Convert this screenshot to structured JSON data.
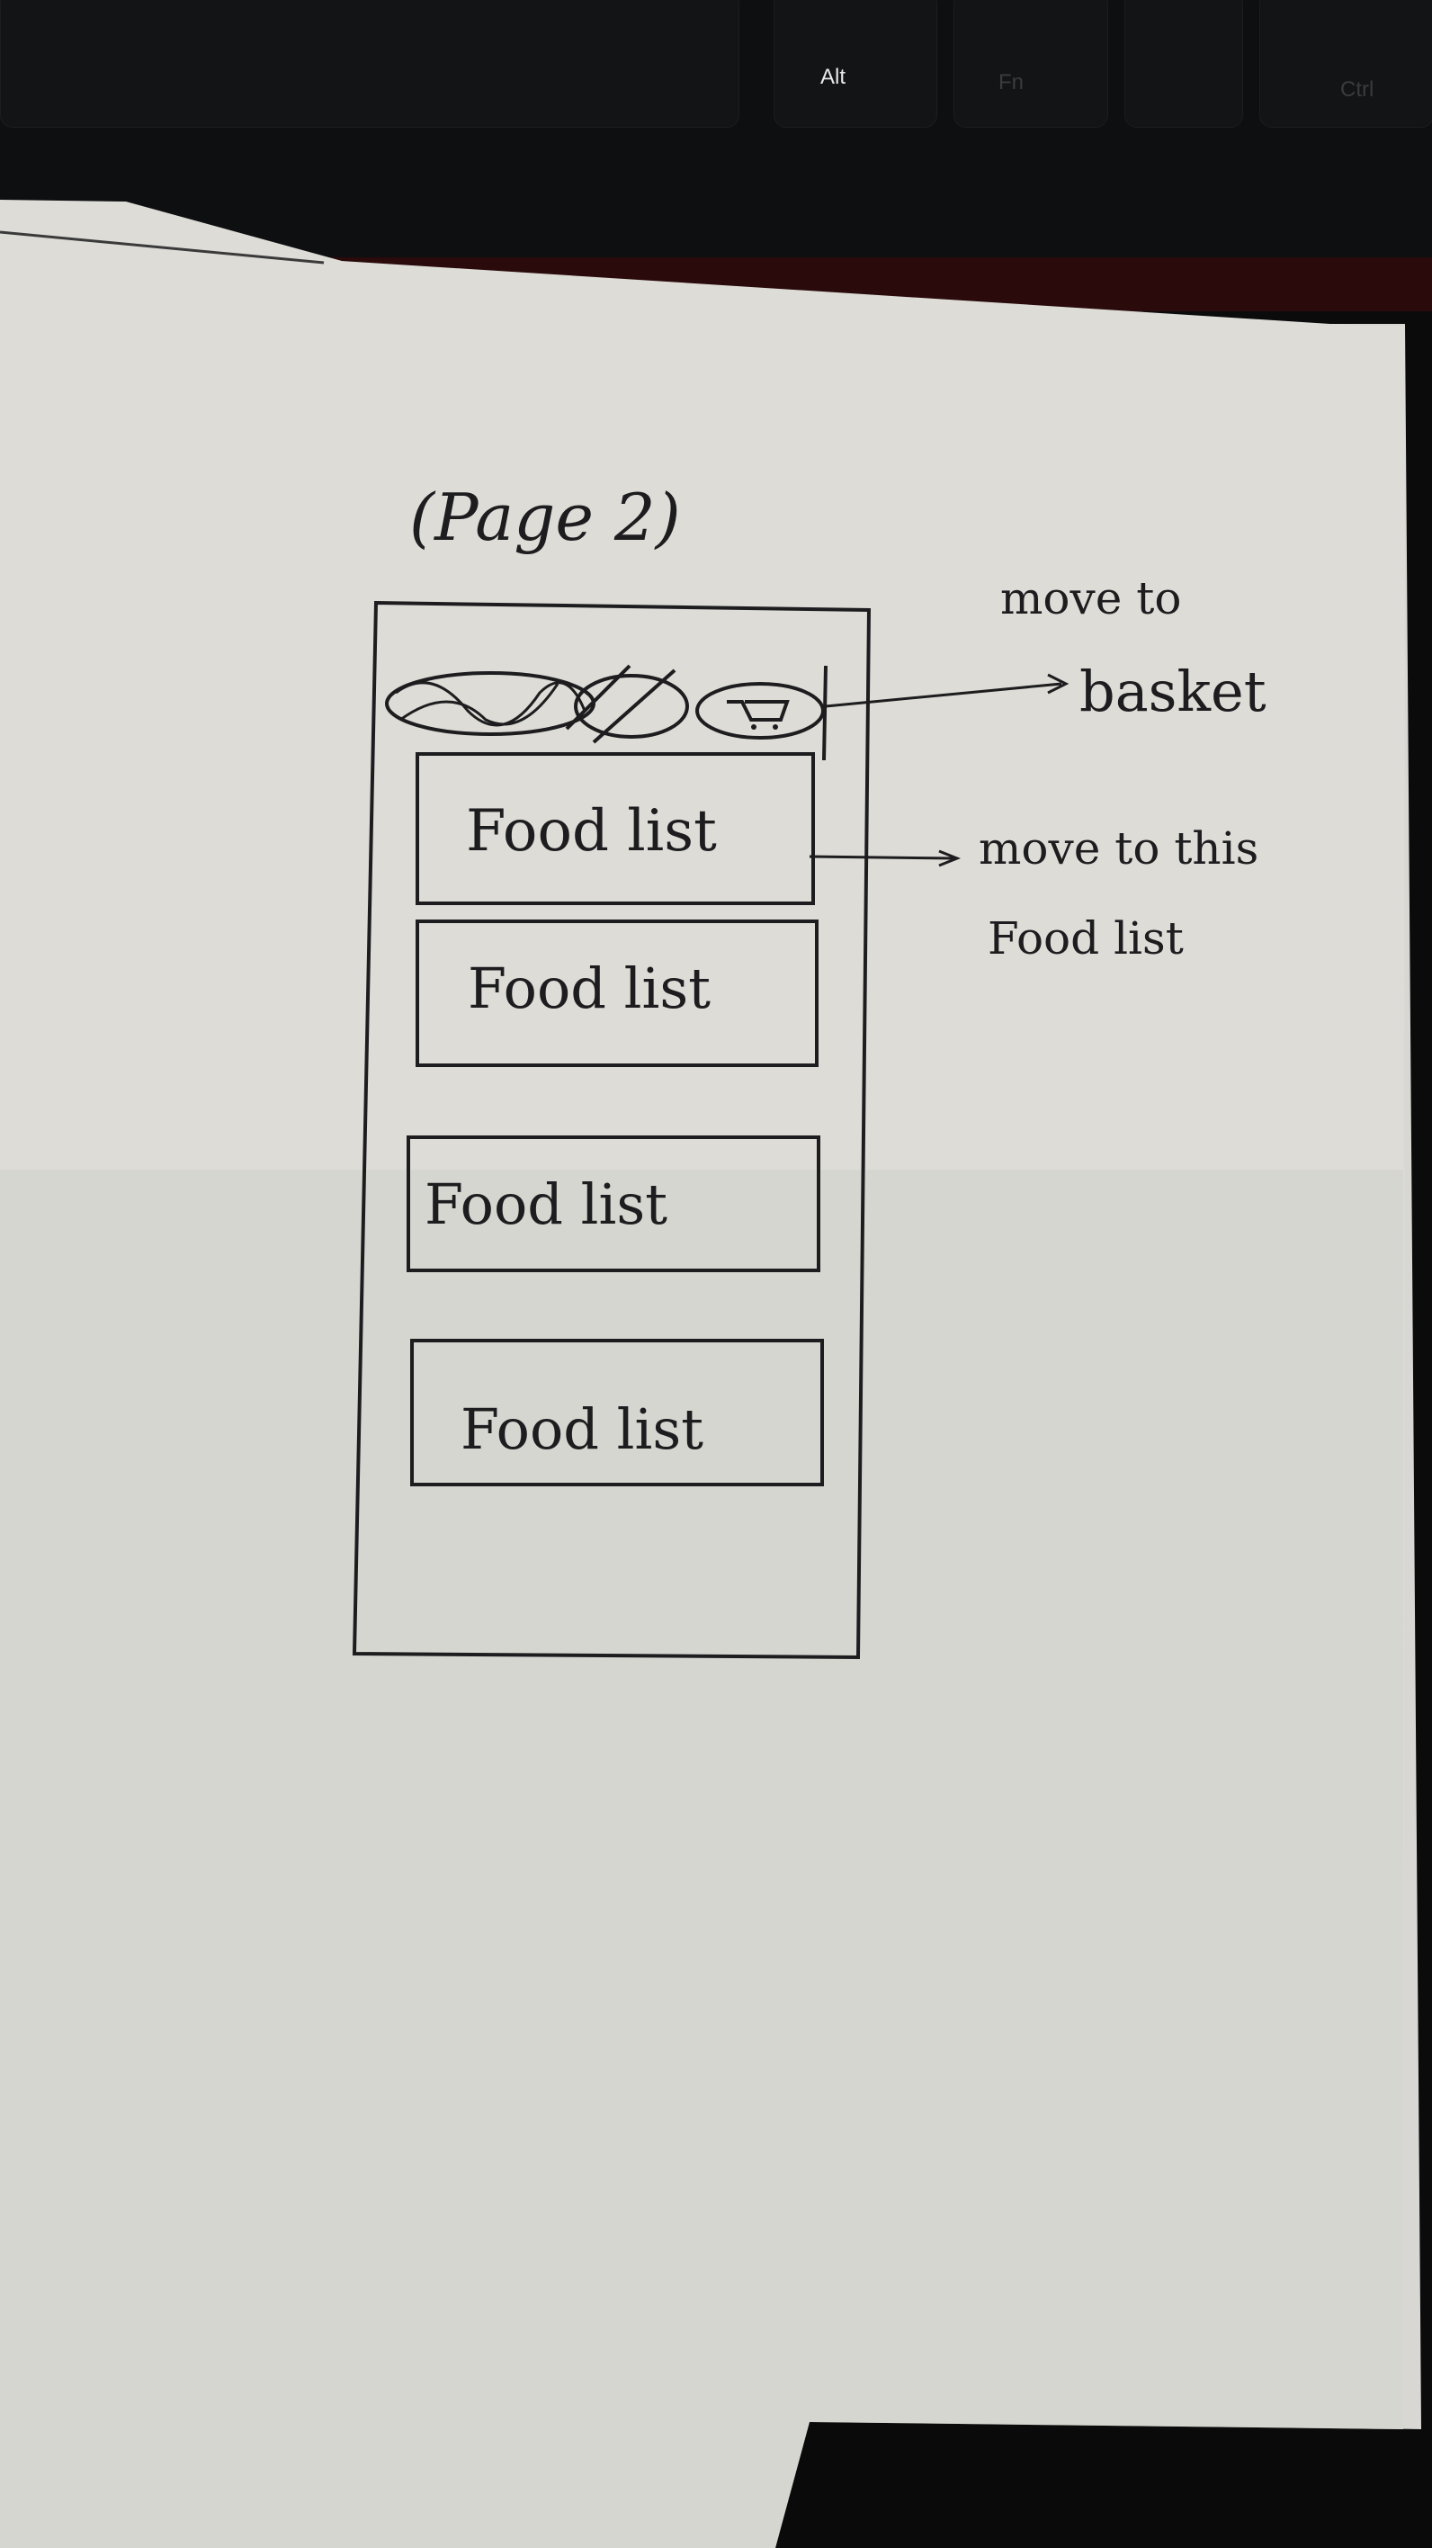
{
  "keyboard": {
    "alt_label": "Alt",
    "fn_label": "Fn",
    "ctrl_label": "Ctrl"
  },
  "sketch": {
    "page_title": "(Page 2)",
    "cart_icon": "cart-icon",
    "food_items": [
      "Food list",
      "Food list",
      "Food list",
      "Food list"
    ],
    "annotation_basket": [
      "move to",
      "basket"
    ],
    "annotation_foodlist": [
      "move to this",
      "Food list"
    ]
  }
}
